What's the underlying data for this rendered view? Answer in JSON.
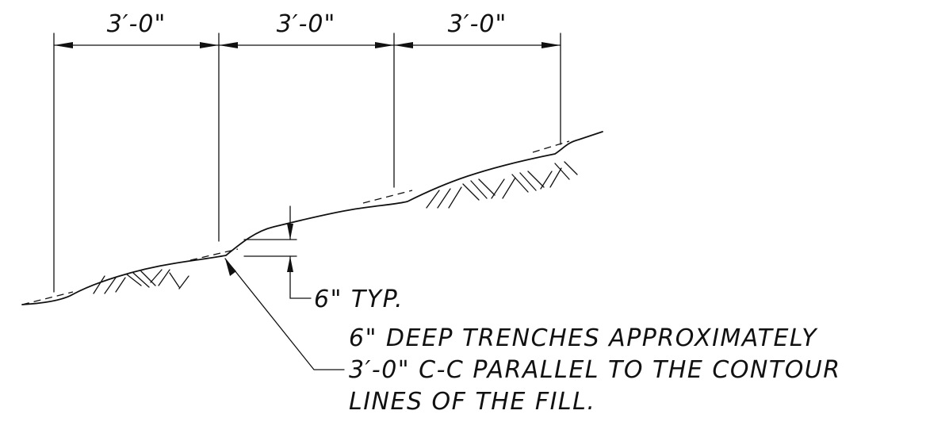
{
  "dimensions": {
    "spacing_1": "3′-0\"",
    "spacing_2": "3′-0\"",
    "spacing_3": "3′-0\"",
    "depth": "6\" TYP."
  },
  "note": {
    "line_1": "6\" DEEP TRENCHES APPROXIMATELY",
    "line_2": "3′-0\" C-C PARALLEL TO THE CONTOUR",
    "line_3": "LINES OF THE FILL."
  }
}
